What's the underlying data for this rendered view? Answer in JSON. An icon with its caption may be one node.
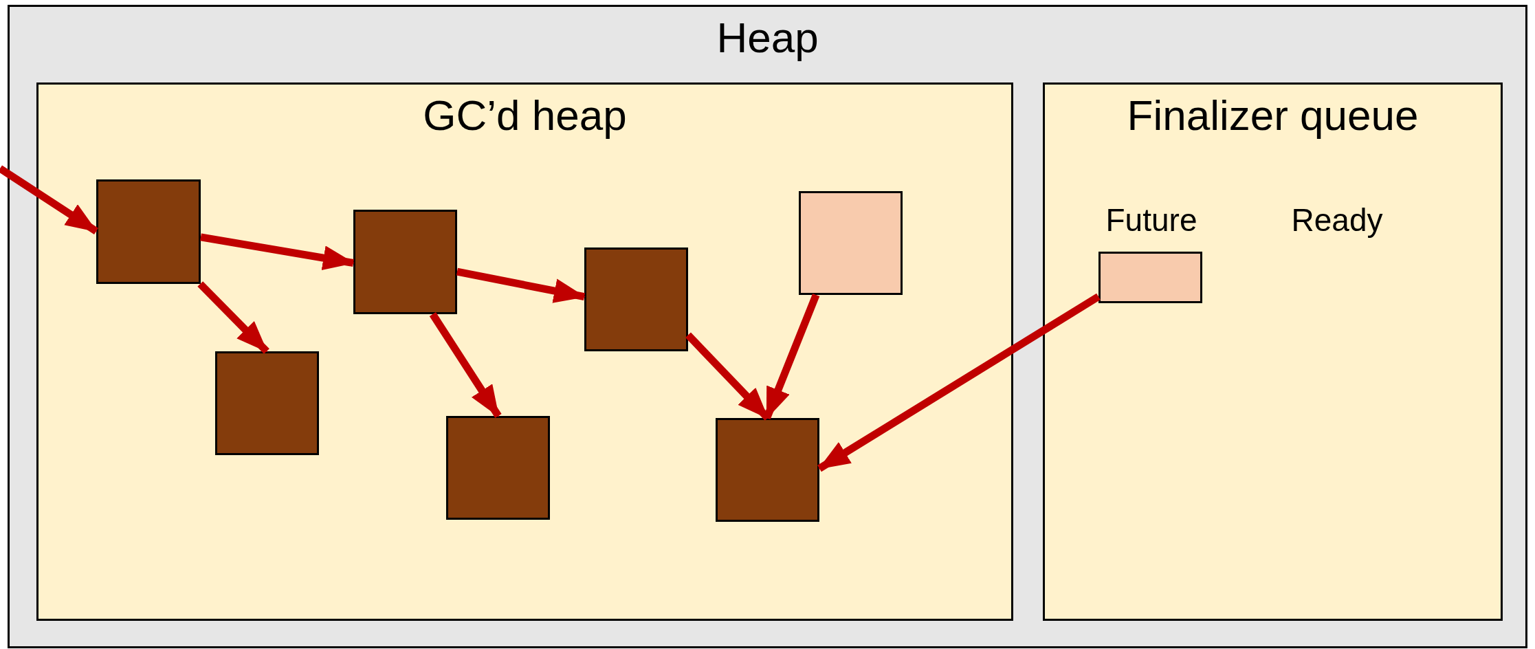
{
  "diagram": {
    "nodes": [
      {
        "text": [
          "Heap"
        ]
      },
      {
        "text": [
          "GC’d heap"
        ],
        "in": 0
      },
      {
        "text": [],
        "shape": "box",
        "in": 1
      },
      {
        "text": [],
        "shape": "box",
        "in": 1
      },
      {
        "text": [],
        "shape": "box",
        "in": 1
      },
      {
        "text": [],
        "shape": "box",
        "in": 1
      },
      {
        "text": [],
        "shape": "box",
        "in": 1
      },
      {
        "text": [],
        "shape": "box",
        "in": 1
      },
      {
        "text": [],
        "shape": "box",
        "in": 1
      },
      {
        "text": [
          "Finalizer queue"
        ],
        "in": 0
      },
      {
        "text": [],
        "shape": "box",
        "in": 9
      }
    ],
    "edges": [
      {
        "from": null,
        "to": 2,
        "arrow": "to"
      },
      {
        "from": 2,
        "to": 4,
        "arrow": "to"
      },
      {
        "from": 2,
        "to": 3,
        "arrow": "to"
      },
      {
        "from": 4,
        "to": 6,
        "arrow": "to"
      },
      {
        "from": 4,
        "to": 5,
        "arrow": "to"
      },
      {
        "from": 6,
        "to": 7,
        "arrow": "to"
      },
      {
        "from": 8,
        "to": 7,
        "arrow": "to"
      },
      {
        "from": 10,
        "to": 7,
        "arrow": "to"
      }
    ],
    "labels": [
      "Future",
      "Ready"
    ]
  }
}
